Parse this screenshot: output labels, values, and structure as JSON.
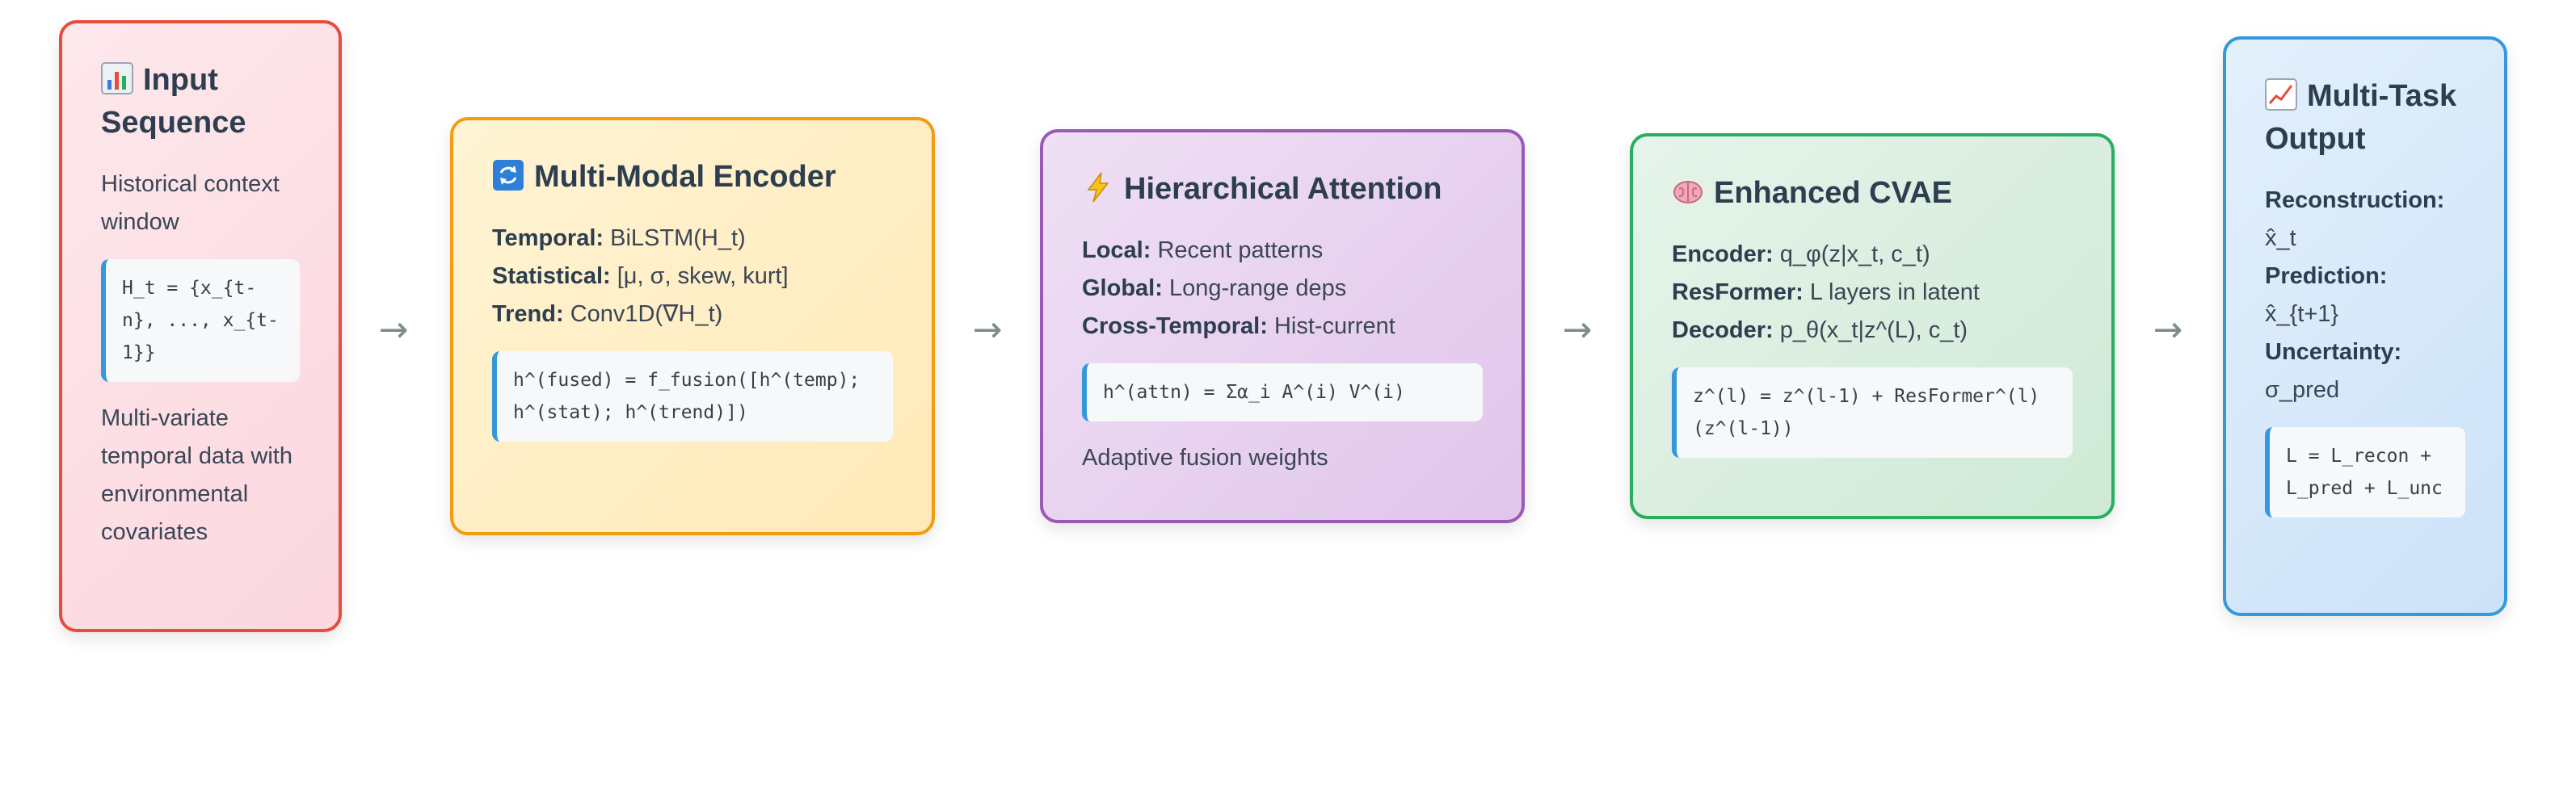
{
  "stages": {
    "input": {
      "title": "Input Sequence",
      "icon": "bar-chart-icon",
      "description": "Historical context window",
      "code": "H_t = {x_{t-n}, ..., x_{t-1}}",
      "footer": "Multi-variate temporal data with environmental covariates",
      "accent": "#e74c3c"
    },
    "encoder": {
      "title": "Multi-Modal Encoder",
      "icon": "refresh-icon",
      "items": [
        {
          "label": "Temporal:",
          "value": "BiLSTM(H_t)"
        },
        {
          "label": "Statistical:",
          "value": "[μ, σ, skew, kurt]"
        },
        {
          "label": "Trend:",
          "value": "Conv1D(∇H_t)"
        }
      ],
      "code": "h^(fused) = f_fusion([h^(temp); h^(stat); h^(trend)])",
      "accent": "#f39c12"
    },
    "attention": {
      "title": "Hierarchical Attention",
      "icon": "lightning-icon",
      "items": [
        {
          "label": "Local:",
          "value": "Recent patterns"
        },
        {
          "label": "Global:",
          "value": "Long-range deps"
        },
        {
          "label": "Cross-Temporal:",
          "value": "Hist-current"
        }
      ],
      "code": "h^(attn) = Σα_i A^(i) V^(i)",
      "footer": "Adaptive fusion weights",
      "accent": "#9b59b6"
    },
    "cvae": {
      "title": "Enhanced CVAE",
      "icon": "brain-icon",
      "items": [
        {
          "label": "Encoder:",
          "value": "q_φ(z|x_t, c_t)"
        },
        {
          "label": "ResFormer:",
          "value": "L layers in latent"
        },
        {
          "label": "Decoder:",
          "value": "p_θ(x_t|z^(L), c_t)"
        }
      ],
      "code": "z^(l) = z^(l-1) + ResFormer^(l)(z^(l-1))",
      "accent": "#27ae60"
    },
    "output": {
      "title": "Multi-Task Output",
      "icon": "line-chart-icon",
      "items": [
        {
          "label": "Reconstruction:",
          "value": "x̂_t"
        },
        {
          "label": "Prediction:",
          "value": "x̂_{t+1}"
        },
        {
          "label": "Uncertainty:",
          "value": "σ_pred"
        }
      ],
      "code": "L = L_recon + L_pred + L_unc",
      "accent": "#3498db"
    }
  },
  "arrow_glyph": "→"
}
